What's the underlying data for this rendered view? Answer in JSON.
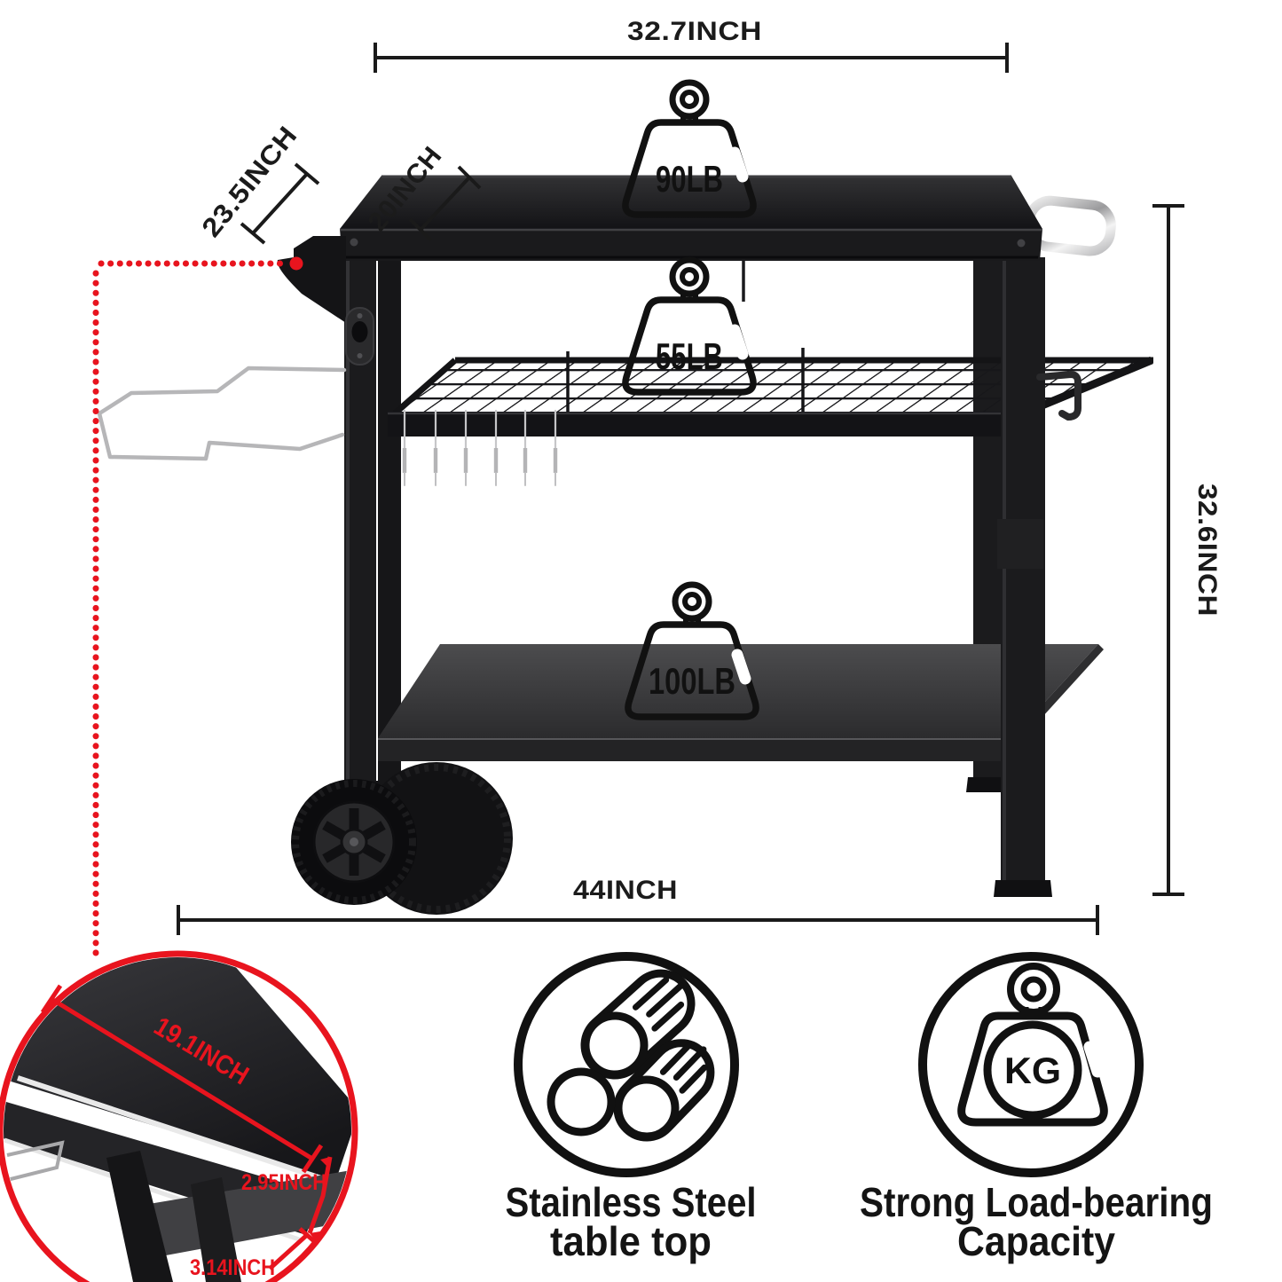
{
  "dimensions": {
    "top_width": "32.7INCH",
    "depth": "23.5INCH",
    "top_depth": "20INCH",
    "height": "32.6INCH",
    "overall_width": "44INCH"
  },
  "capacities": {
    "top_shelf": "90LB",
    "middle_shelf": "55LB",
    "bottom_shelf": "100LB"
  },
  "inset": {
    "shelf_length": "19.1INCH",
    "shelf_height": "2.95INCH",
    "shelf_depth": "3.14INCH"
  },
  "features": [
    {
      "icon": "steel-pipes-icon",
      "line1": "Stainless Steel",
      "line2": "table top"
    },
    {
      "icon": "kg-weight-icon",
      "kg_label": "KG",
      "line1": "Strong Load-bearing",
      "line2": "Capacity"
    }
  ],
  "colors": {
    "accent_red": "#e8141e",
    "ink": "#111111",
    "cart_black": "#19191b"
  }
}
